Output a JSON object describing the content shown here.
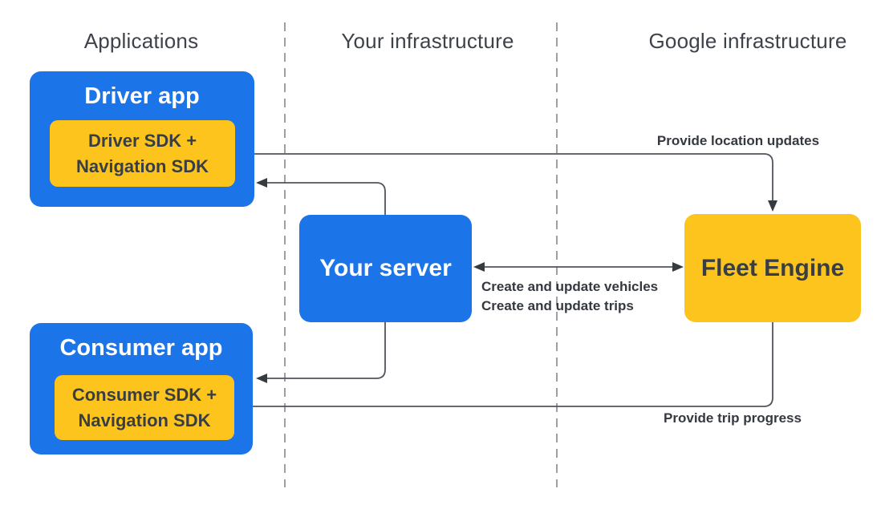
{
  "colors": {
    "blue": "#1B74E8",
    "yellow": "#FCC41D",
    "heading_text": "#3E434B",
    "dark_text": "#393E45",
    "label_text": "#34383F",
    "line": "#50555C",
    "arrow": "#363B42",
    "dashed_line": "#9BA0A5",
    "white_text": "#FFFFFF"
  },
  "columns": {
    "applications": "Applications",
    "your_infrastructure": "Your infrastructure",
    "google_infrastructure": "Google infrastructure"
  },
  "nodes": {
    "driver_app": {
      "title": "Driver app",
      "sdk_line1": "Driver SDK +",
      "sdk_line2": "Navigation SDK"
    },
    "consumer_app": {
      "title": "Consumer app",
      "sdk_line1": "Consumer SDK +",
      "sdk_line2": "Navigation SDK"
    },
    "your_server": {
      "title": "Your server"
    },
    "fleet_engine": {
      "title": "Fleet Engine"
    }
  },
  "edges": {
    "provide_location_updates": "Provide location updates",
    "create_update_vehicles": "Create and update vehicles",
    "create_update_trips": "Create and update trips",
    "provide_trip_progress": "Provide trip progress"
  }
}
